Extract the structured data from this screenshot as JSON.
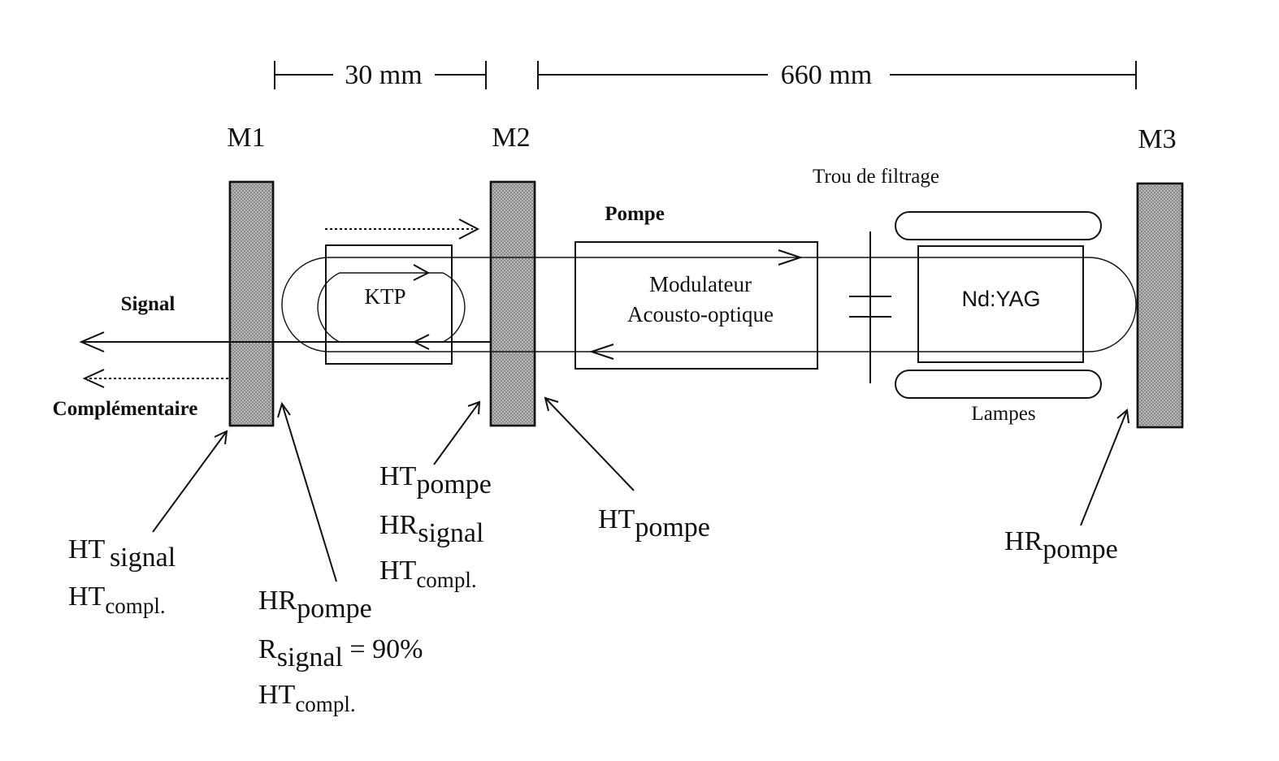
{
  "dimensions": {
    "short_cavity": "30 mm",
    "long_cavity": "660 mm"
  },
  "mirrors": [
    {
      "label": "M1"
    },
    {
      "label": "M2"
    },
    {
      "label": "M3"
    }
  ],
  "components": {
    "ktp": "KTP",
    "modulator_line1": "Modulateur",
    "modulator_line2": "Acousto-optique",
    "nd_yag": "Nd:YAG",
    "filter_hole": "Trou de filtrage",
    "lamps": "Lampes"
  },
  "beams": {
    "pump": "Pompe",
    "signal": "Signal",
    "idler": "Complémentaire"
  },
  "annotations": {
    "m1_left": {
      "line1_main": "HT",
      "line1_sub": "signal",
      "line2_main": "HT",
      "line2_sub": "compl."
    },
    "m1_right": {
      "line1_main": "HR",
      "line1_sub": "pompe",
      "line2_main": "R",
      "line2_sub": "signal",
      "line2_tail": " = 90%",
      "line3_main": "HT",
      "line3_sub": "compl."
    },
    "m2_left": {
      "line1_main": "HT",
      "line1_sub": "pompe",
      "line2_main": "HR",
      "line2_sub": "signal",
      "line3_main": "HT",
      "line3_sub": "compl."
    },
    "m2_right": {
      "line1_main": "HT",
      "line1_sub": "pompe"
    },
    "m3": {
      "line1_main": "HR",
      "line1_sub": "pompe"
    }
  }
}
